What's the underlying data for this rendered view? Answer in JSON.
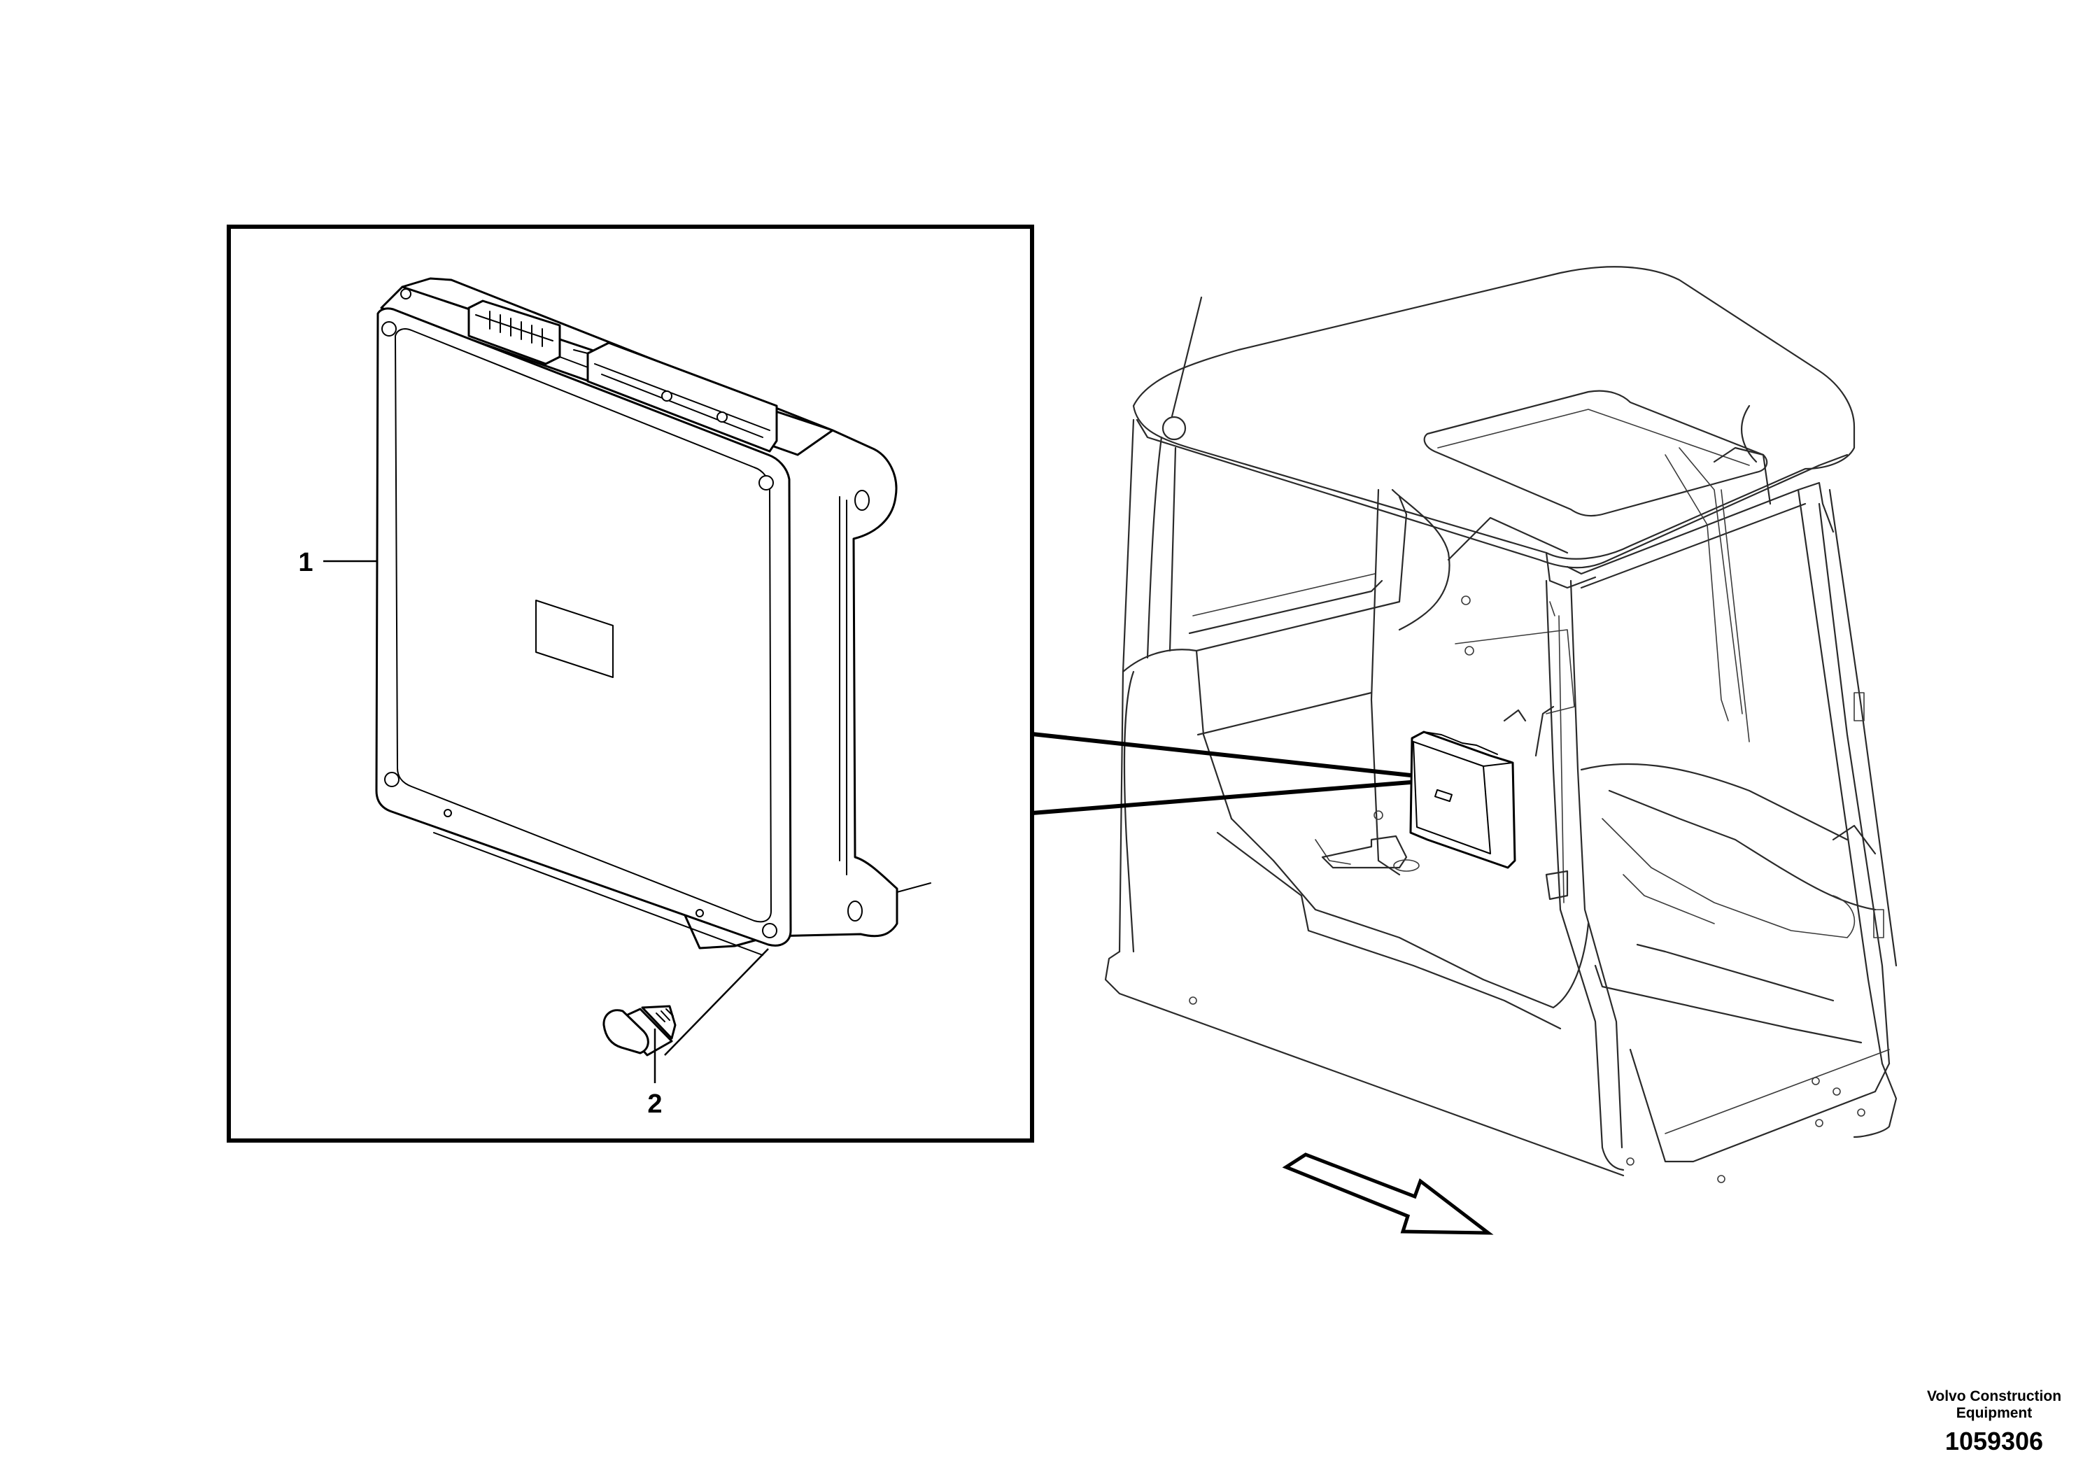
{
  "callouts": [
    {
      "number": "1",
      "part": "control-unit"
    },
    {
      "number": "2",
      "part": "flange-screw"
    }
  ],
  "footer": {
    "publisher_line1": "Volvo Construction",
    "publisher_line2": "Equipment",
    "figure_number": "1059306"
  },
  "icons": {
    "direction_arrow": "forward-direction-arrow-icon",
    "control_unit": "control-unit-icon",
    "screw": "flange-screw-icon",
    "cab": "operator-cab-icon"
  }
}
